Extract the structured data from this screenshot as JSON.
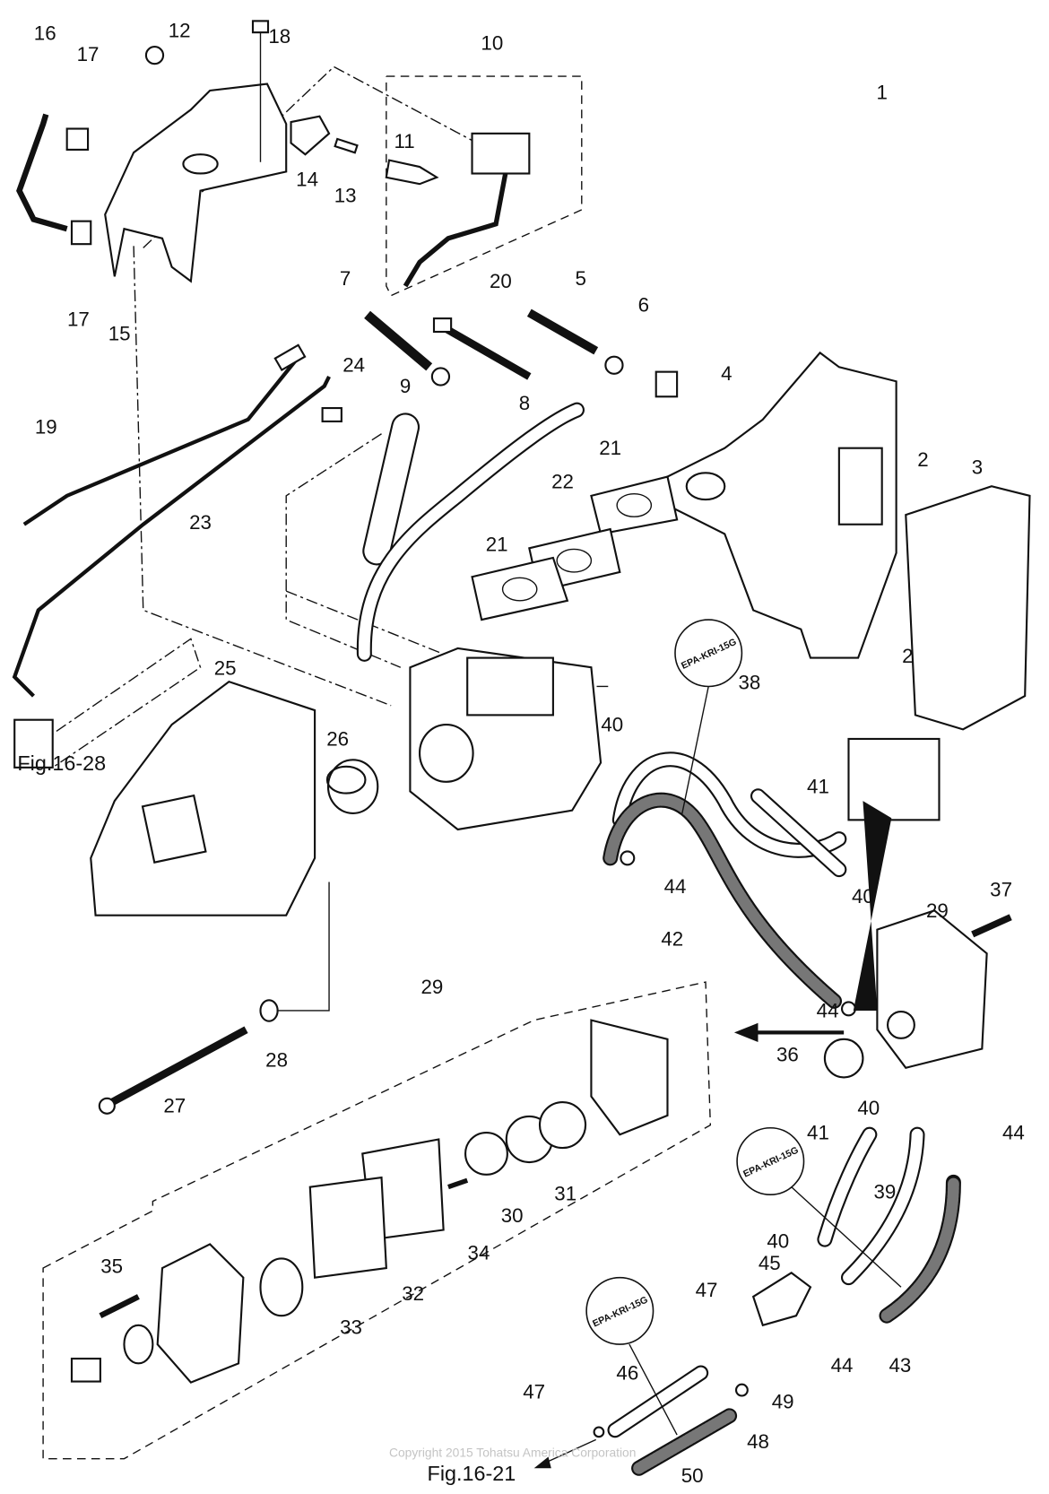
{
  "callouts": [
    "16",
    "17",
    "12",
    "18",
    "10",
    "11",
    "14",
    "13",
    "17",
    "15",
    "7",
    "20",
    "5",
    "6",
    "1",
    "24",
    "4",
    "9",
    "8",
    "19",
    "23",
    "21",
    "22",
    "21",
    "2",
    "3",
    "2",
    "25",
    "26",
    "38",
    "40",
    "41",
    "44",
    "42",
    "40",
    "29",
    "37",
    "29",
    "44",
    "28",
    "36",
    "27",
    "40",
    "44",
    "41",
    "39",
    "31",
    "30",
    "34",
    "32",
    "35",
    "33",
    "40",
    "45",
    "47",
    "44",
    "43",
    "46",
    "47",
    "49",
    "48",
    "50"
  ],
  "figure_refs": {
    "upper": "Fig.16-28",
    "lower": "Fig.16-21"
  },
  "hose_marking": "EPA-KRI-15G",
  "copyright": "Copyright 2015 Tohatsu America Corporation"
}
